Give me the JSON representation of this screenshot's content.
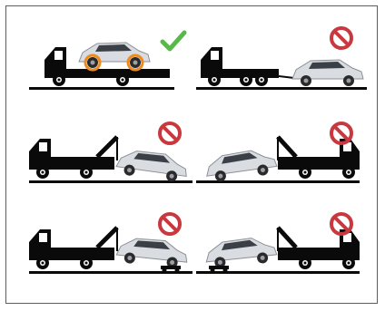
{
  "colors": {
    "truck": "#0a0a0a",
    "car_body": "#d9dde1",
    "car_window": "#3b4047",
    "wheel_chock": "#ef8a1e",
    "approved": "#58b84a",
    "prohibited": "#c9383f",
    "frame_border": "#5c5c5c"
  },
  "panels": [
    {
      "method": "flatbed",
      "status": "approved",
      "status_icon": "check-icon"
    },
    {
      "method": "tow-rope",
      "status": "prohibited",
      "status_icon": "prohibited-icon"
    },
    {
      "method": "rear-wheel-lift",
      "status": "prohibited",
      "status_icon": "prohibited-icon"
    },
    {
      "method": "front-wheel-lift",
      "status": "prohibited",
      "status_icon": "prohibited-icon"
    },
    {
      "method": "rear-wheel-lift-with-dolly",
      "status": "prohibited",
      "status_icon": "prohibited-icon"
    },
    {
      "method": "front-wheel-lift-with-dolly",
      "status": "prohibited",
      "status_icon": "prohibited-icon"
    }
  ]
}
